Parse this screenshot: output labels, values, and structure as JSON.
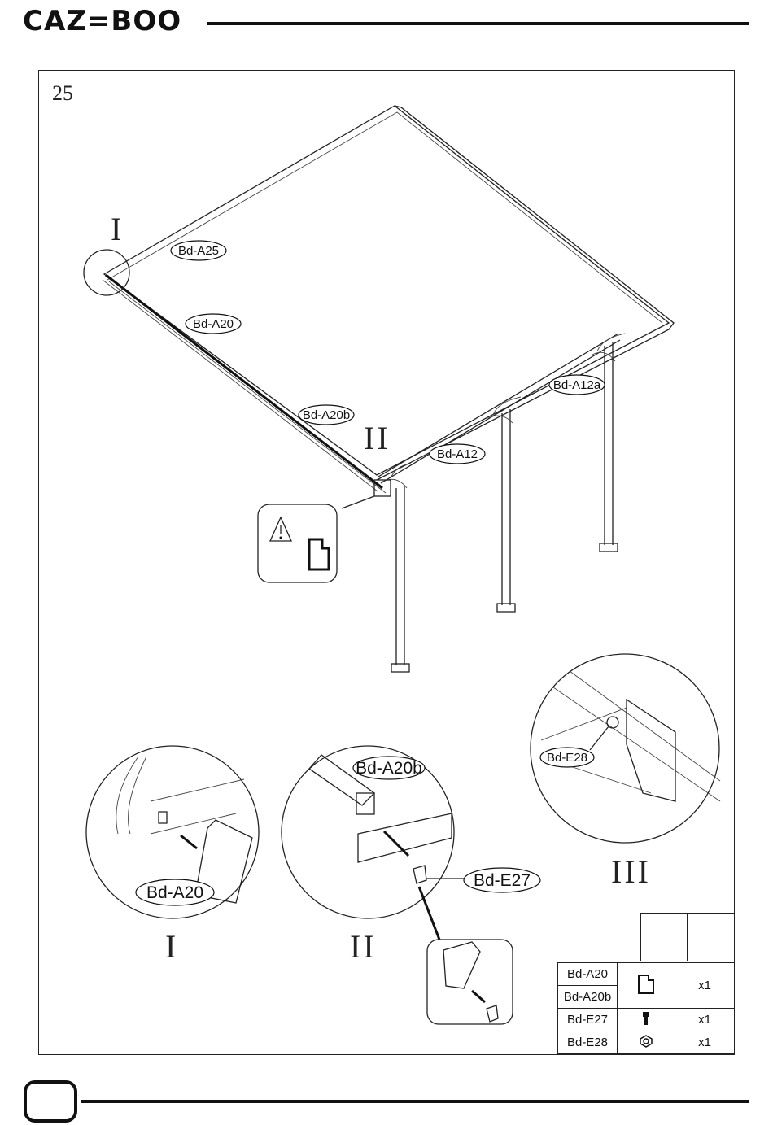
{
  "brand": {
    "logo": "CAZ=BOO"
  },
  "step": {
    "number": "25"
  },
  "callouts": {
    "main": [
      "Bd-A25",
      "Bd-A20",
      "Bd-A20b",
      "Bd-A12a",
      "Bd-A12"
    ],
    "detail_i": "Bd-A20",
    "detail_ii_top": "Bd-A20b",
    "detail_ii_bolt": "Bd-E27",
    "detail_iii": "Bd-E28"
  },
  "detail_labels": {
    "i": "I",
    "ii": "II",
    "iii": "III"
  },
  "parts_table": {
    "header_icons": [
      "bolt-nut-correct-icon",
      "bolt-nut-wrong-icon"
    ],
    "rows": [
      {
        "codes": [
          "Bd-A20",
          "Bd-A20b"
        ],
        "icon": "profile-bracket-icon",
        "qty": "x1"
      },
      {
        "codes": [
          "Bd-E27"
        ],
        "icon": "bolt-icon",
        "qty": "x1"
      },
      {
        "codes": [
          "Bd-E28"
        ],
        "icon": "nut-icon",
        "qty": "x1"
      }
    ]
  },
  "colors": {
    "ink": "#111111",
    "paper": "#ffffff"
  }
}
